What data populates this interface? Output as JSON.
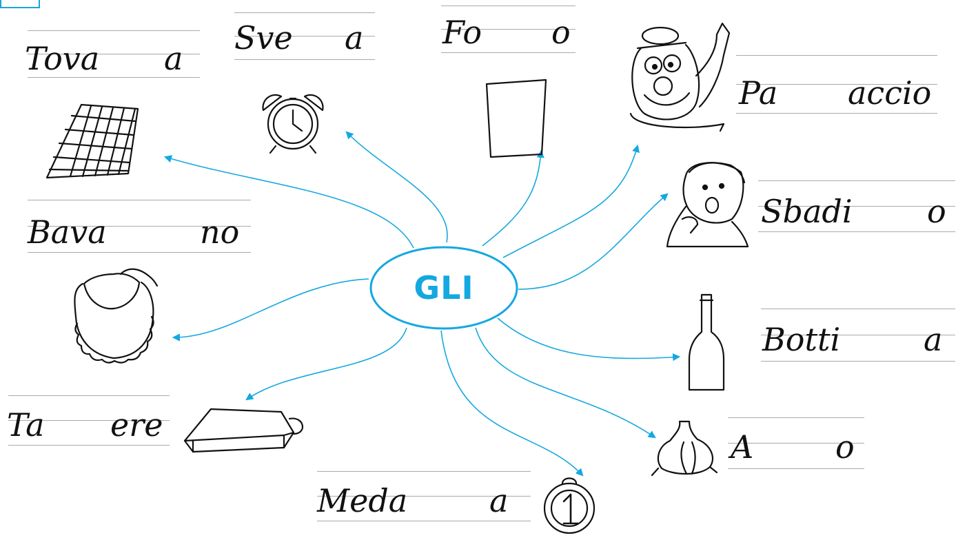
{
  "center_label": "GLI",
  "colors": {
    "accent": "#15a8e0",
    "ink": "#111111",
    "rule": "#a9a9a9"
  },
  "words": [
    {
      "id": "tovaglia",
      "left": "Tova",
      "right": "a"
    },
    {
      "id": "sveglia",
      "left": "Sve",
      "right": "a"
    },
    {
      "id": "foglio",
      "left": "Fo",
      "right": "o"
    },
    {
      "id": "pagliaccio",
      "left": "Pa",
      "right": "accio"
    },
    {
      "id": "sbadiglio",
      "left": "Sbadi",
      "right": "o"
    },
    {
      "id": "bavaglino",
      "left": "Bava",
      "right": "no"
    },
    {
      "id": "bottiglia",
      "left": "Botti",
      "right": "a"
    },
    {
      "id": "tagliere",
      "left": "Ta",
      "right": "ere"
    },
    {
      "id": "aglio",
      "left": "A",
      "right": "o"
    },
    {
      "id": "medaglia",
      "left": "Meda",
      "right": "a"
    }
  ],
  "pictures": [
    {
      "id": "tablecloth",
      "icon": "tablecloth-icon"
    },
    {
      "id": "alarm-clock",
      "icon": "alarm-clock-icon"
    },
    {
      "id": "sheet",
      "icon": "paper-sheet-icon"
    },
    {
      "id": "clown",
      "icon": "clown-icon"
    },
    {
      "id": "yawning-child",
      "icon": "yawning-child-icon"
    },
    {
      "id": "bib",
      "icon": "bib-icon"
    },
    {
      "id": "bottle",
      "icon": "bottle-icon"
    },
    {
      "id": "cutting-board",
      "icon": "cutting-board-icon"
    },
    {
      "id": "garlic",
      "icon": "garlic-icon"
    },
    {
      "id": "medal",
      "icon": "medal-icon",
      "number": "1"
    }
  ]
}
